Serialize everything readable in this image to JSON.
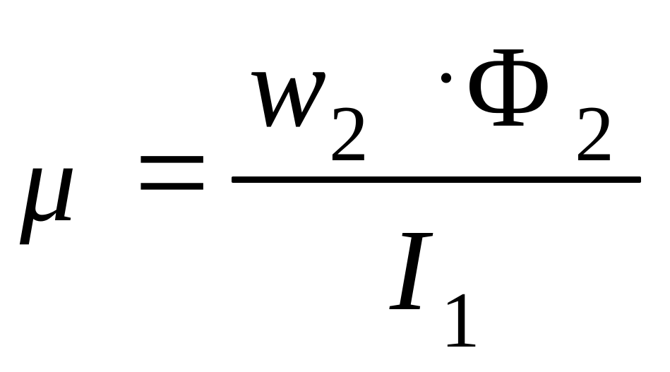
{
  "equation": {
    "lhs": "μ",
    "equals": "=",
    "numerator": {
      "factor1": {
        "symbol": "w",
        "subscript": "2"
      },
      "operator": "·",
      "factor2": {
        "symbol": "Φ",
        "subscript": "2"
      }
    },
    "denominator": {
      "symbol": "I",
      "subscript": "1"
    }
  }
}
